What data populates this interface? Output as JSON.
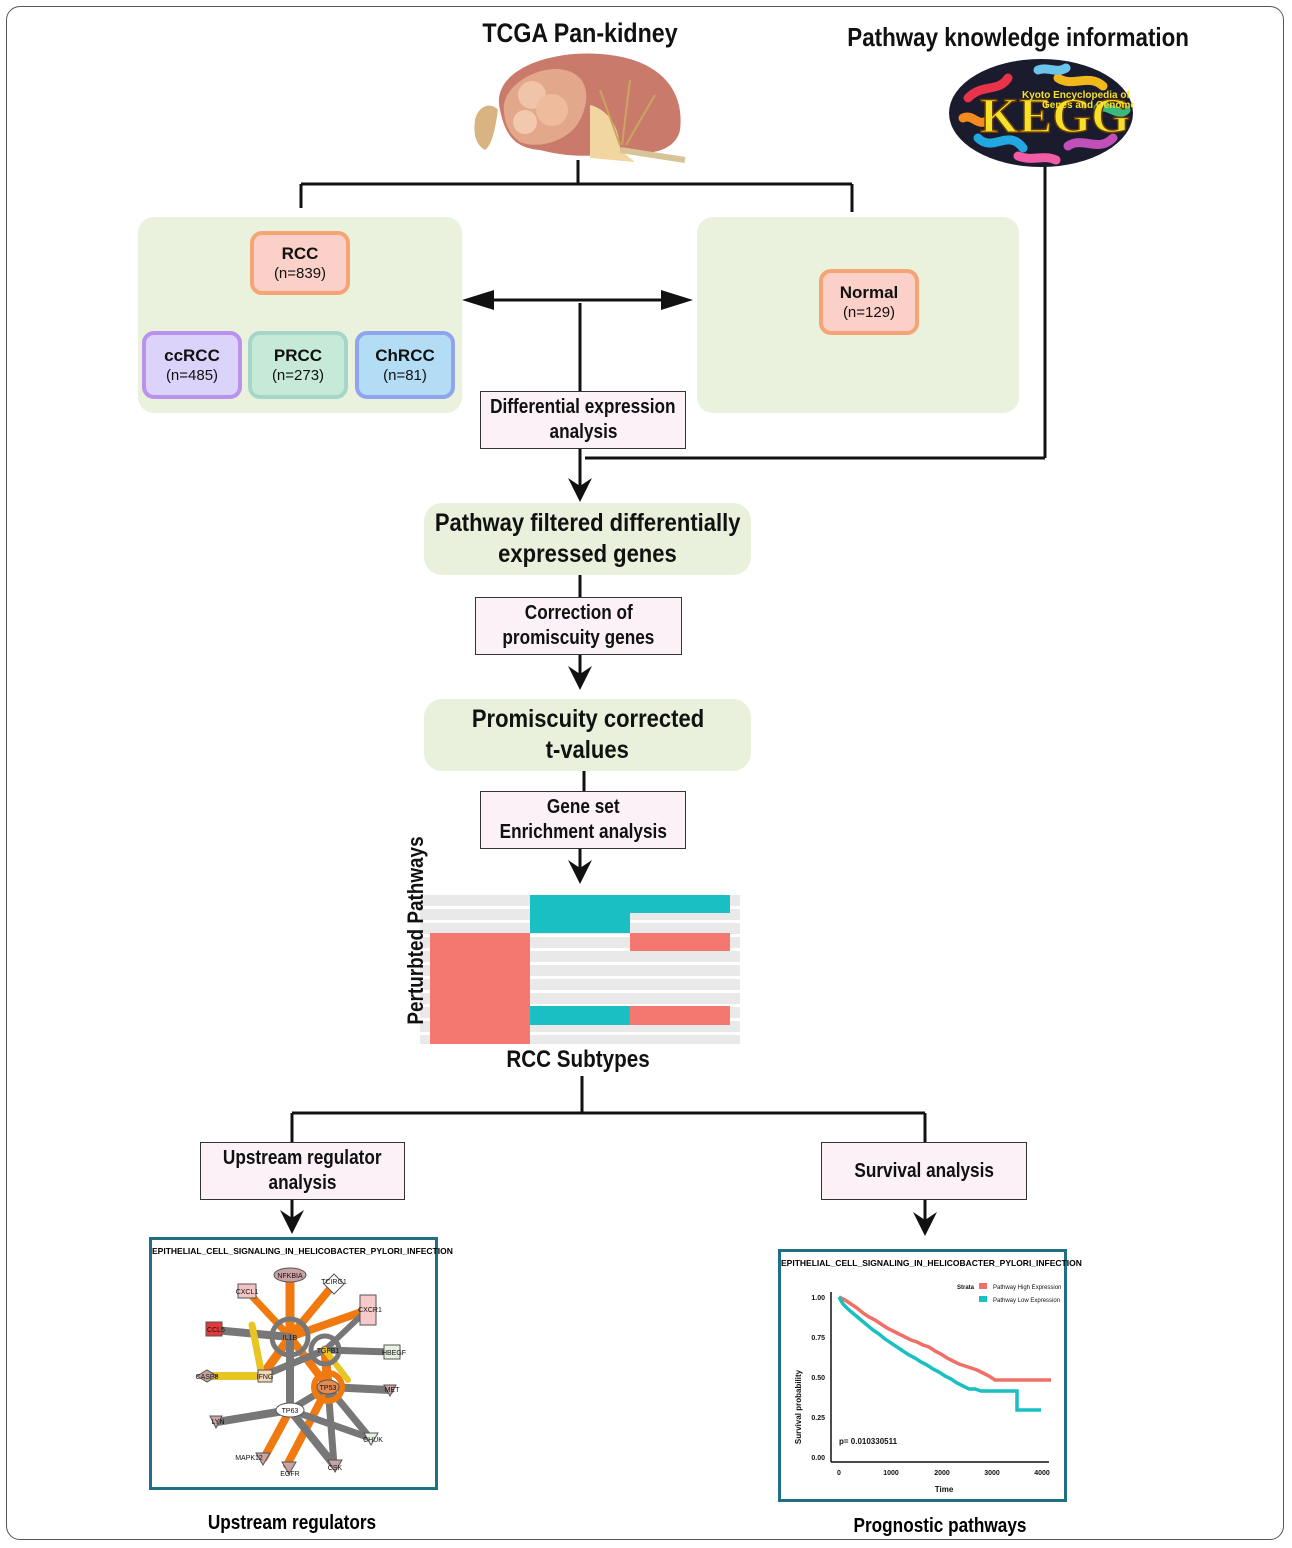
{
  "header": {
    "tcga_title": "TCGA Pan-kidney",
    "pathway_title": "Pathway knowledge information",
    "kegg_logo_text": "KEGG",
    "kegg_logo_subtitle_1": "Kyoto Encyclopedia of",
    "kegg_logo_subtitle_2": "Genes and Genomes"
  },
  "cohorts": {
    "rcc": {
      "name": "RCC",
      "count": "(n=839)"
    },
    "normal": {
      "name": "Normal",
      "count": "(n=129)"
    },
    "subtypes": [
      {
        "name": "ccRCC",
        "count": "(n=485)"
      },
      {
        "name": "PRCC",
        "count": "(n=273)"
      },
      {
        "name": "ChRCC",
        "count": "(n=81)"
      }
    ]
  },
  "steps": {
    "differential_expression": [
      "Differential expression",
      "analysis"
    ],
    "pathway_filtered": [
      "Pathway filtered differentially",
      "expressed genes"
    ],
    "correction": [
      "Correction of",
      "promiscuity genes"
    ],
    "promiscuity_corrected": [
      "Promiscuity corrected",
      "t-values"
    ],
    "gene_set": [
      "Gene set",
      "Enrichment analysis"
    ],
    "upstream": [
      "Upstream regulator",
      "analysis"
    ],
    "survival": [
      "Survival analysis"
    ]
  },
  "heatmap": {
    "ylabel": "Perturbted Pathways",
    "xlabel": "RCC Subtypes"
  },
  "network": {
    "title": "EPITHELIAL_CELL_SIGNALING_IN_HELICOBACTER_PYLORI_INFECTION",
    "caption": "Upstream regulators",
    "nodes": [
      "NFKBIA",
      "TCIRG1",
      "CXCL1",
      "CXCR1",
      "CCL5",
      "IL1B",
      "TGFB1",
      "HBEGF",
      "CASP8",
      "IFNG",
      "TP53",
      "MET",
      "TP63",
      "LYN",
      "MAPK12",
      "EGFR",
      "CSK",
      "CHUK"
    ]
  },
  "survival": {
    "title": "EPITHELIAL_CELL_SIGNALING_IN_HELICOBACTER_PYLORI_INFECTION",
    "caption": "Prognostic pathways",
    "legend_title": "Strata",
    "legend_high": "Pathway High Expression",
    "legend_low": "Pathway Low Expression",
    "ylabel": "Survival probability",
    "xlabel": "Time",
    "pvalue": "p= 0.010330511",
    "yticks": [
      "0.00",
      "0.25",
      "0.50",
      "0.75",
      "1.00"
    ],
    "xticks": [
      "0",
      "1000",
      "2000",
      "3000",
      "4000"
    ],
    "colors": {
      "high": "#f07068",
      "low": "#19bfc2"
    }
  }
}
